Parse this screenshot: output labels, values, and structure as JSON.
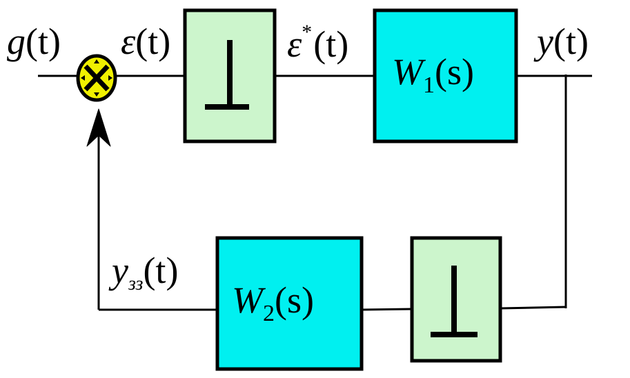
{
  "colors": {
    "sampler_fill": "#ccf5cc",
    "plant_fill": "#00f0f0",
    "summator_fill": "#f0f000",
    "line": "#000000"
  },
  "labels": {
    "g": {
      "main": "g",
      "arg": "(t)"
    },
    "eps": {
      "main": "ε",
      "arg": "(t)"
    },
    "eps_star": {
      "main": "ε",
      "sup": "*",
      "arg": "(t)"
    },
    "y": {
      "main": "y",
      "arg": "(t)"
    },
    "yzz": {
      "main": "y",
      "sub": "зз",
      "arg": "(t)"
    }
  },
  "blocks": {
    "w1": {
      "main": "W",
      "sub": "1",
      "arg": "(s)"
    },
    "w2": {
      "main": "W",
      "sub": "2",
      "arg": "(s)"
    },
    "sampler_symbol": "⊥"
  },
  "icons": {
    "summator": "summator-icon",
    "arrow": "arrow-up-icon"
  }
}
